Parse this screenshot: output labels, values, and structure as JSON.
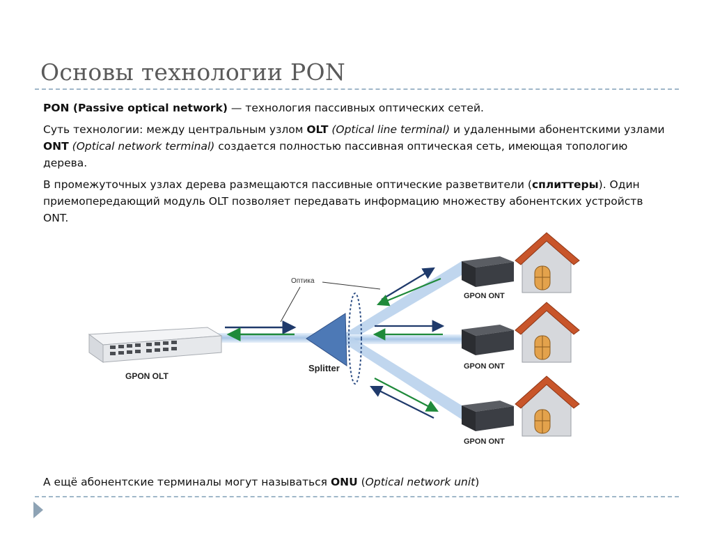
{
  "slide": {
    "title": "Основы технологии PON",
    "p1": {
      "b1": "PON (Passive optical network)",
      "t1": " — технология пассивных оптических сетей."
    },
    "p2": {
      "t1": "Суть технологии: между центральным узлом ",
      "b1": "OLT",
      "t2": " ",
      "i1": "(Optical line terminal)",
      "t3": " и удаленными абонентскими узлами ",
      "b2": "ONT",
      "t4": " ",
      "i2": "(Optical network terminal)",
      "t5": " создается полностью пассивная оптическая сеть, имеющая топологию дерева."
    },
    "p3": {
      "t1": "В промежуточных узлах дерева размещаются пассивные оптические разветвители (",
      "b1": "сплиттеры",
      "t2": "). Один приемопередающий модуль OLT позволяет передавать информацию множеству абонентских устройств ONT."
    },
    "p4": {
      "t1": "А ещё абонентские терминалы могут называться ",
      "b1": "ONU",
      "t2": " (",
      "i1": "Optical network unit",
      "t3": ")"
    }
  },
  "diagram": {
    "olt_label": "GPON OLT",
    "splitter_label": "Splitter",
    "optics_label": "Оптика",
    "ont_labels": [
      "GPON ONT",
      "GPON ONT",
      "GPON ONT"
    ],
    "colors": {
      "fiber": "#a9c6e6",
      "downstream_arrow": "#1f3a6b",
      "upstream_arrow": "#1f8a3a",
      "splitter": "#4d79b6",
      "roof": "#c8552a",
      "wall": "#d6d8dc",
      "door": "#e3a24c"
    }
  },
  "icons": {
    "next_slide": "triangle-right-icon"
  }
}
